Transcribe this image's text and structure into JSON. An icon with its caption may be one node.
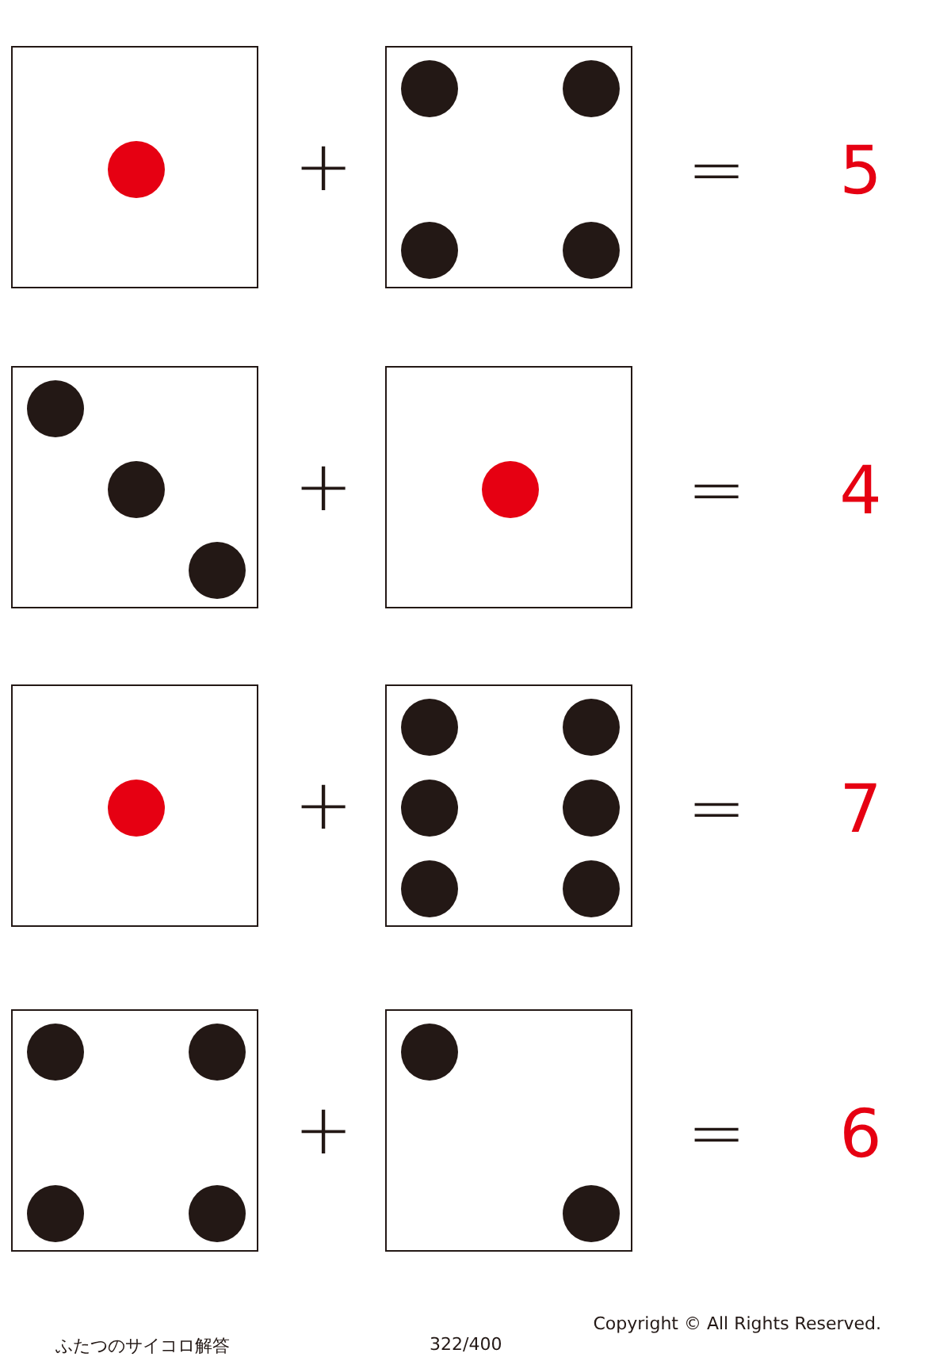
{
  "diagram": {
    "nodes": [
      {
        "text": [],
        "shape": "die"
      },
      {
        "text": [],
        "shape": "die"
      },
      {
        "text": [],
        "shape": "die"
      },
      {
        "text": [],
        "shape": "die"
      },
      {
        "text": [],
        "shape": "die"
      },
      {
        "text": [],
        "shape": "die"
      },
      {
        "text": [],
        "shape": "die"
      },
      {
        "text": [],
        "shape": "die"
      }
    ],
    "edges": [],
    "labels": [
      "+",
      "=",
      "5",
      "+",
      "=",
      "4",
      "+",
      "=",
      "7",
      "+",
      "=",
      "6",
      "ふたつのサイコロ解答",
      "322/400",
      "Copyright © All Rights Reserved."
    ]
  }
}
